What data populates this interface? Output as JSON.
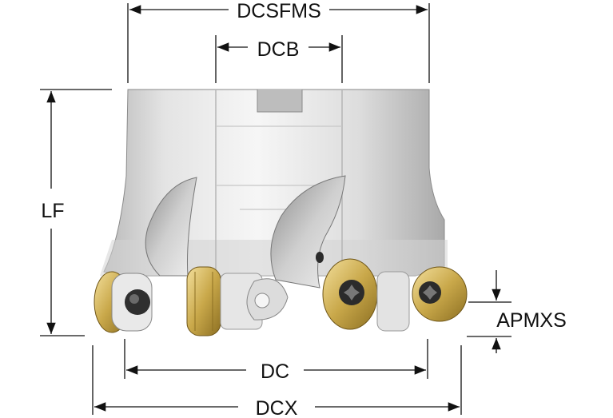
{
  "labels": {
    "dcsfms": "DCSFMS",
    "dcb": "DCB",
    "lf": "LF",
    "apmxs": "APMXS",
    "dc": "DC",
    "dcx": "DCX"
  },
  "colors": {
    "body_light": "#f1f1f1",
    "body_mid": "#cfcfcf",
    "body_dark": "#9a9a9a",
    "insert_gold": "#c9a84a",
    "insert_gold_dark": "#8c6f22",
    "screw_dark": "#2b2b2b",
    "line": "#111111"
  }
}
